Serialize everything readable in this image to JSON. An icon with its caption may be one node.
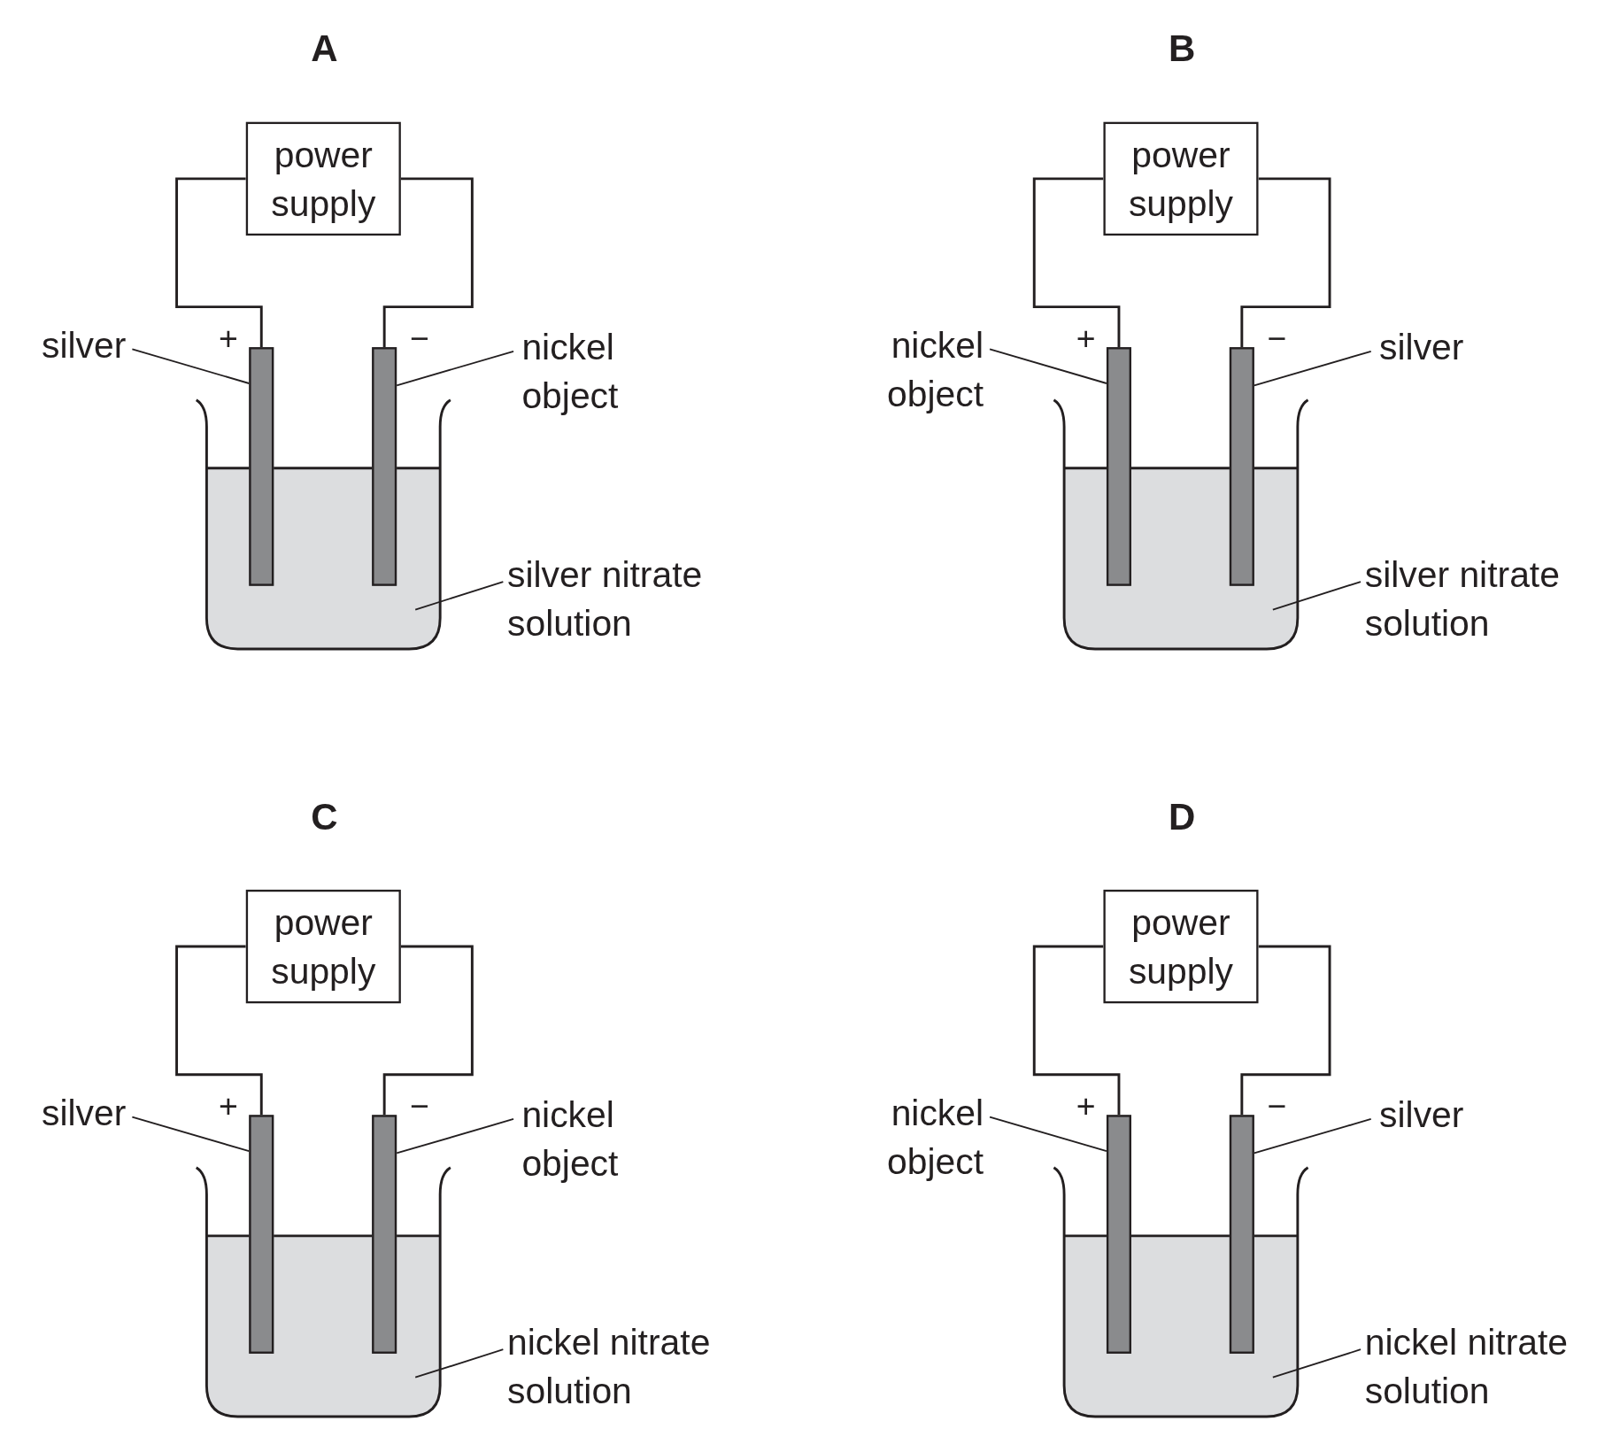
{
  "diagram": {
    "nodes": [
      {
        "text": [
          "power supply"
        ]
      },
      {
        "text": [],
        "shape": "bar"
      },
      {
        "text": [],
        "shape": "bar"
      },
      {
        "text": [],
        "shape": "beaker"
      },
      {
        "text": [
          "silver"
        ]
      },
      {
        "text": [
          "nickel object"
        ]
      },
      {
        "text": [
          "silver nitrate solution"
        ]
      },
      {
        "text": [
          "power supply"
        ]
      },
      {
        "text": [],
        "shape": "bar"
      },
      {
        "text": [],
        "shape": "bar"
      },
      {
        "text": [],
        "shape": "beaker"
      },
      {
        "text": [
          "nickel object"
        ]
      },
      {
        "text": [
          "silver"
        ]
      },
      {
        "text": [
          "silver nitrate solution"
        ]
      },
      {
        "text": [
          "power supply"
        ]
      },
      {
        "text": [],
        "shape": "bar"
      },
      {
        "text": [],
        "shape": "bar"
      },
      {
        "text": [],
        "shape": "beaker"
      },
      {
        "text": [
          "silver"
        ]
      },
      {
        "text": [
          "nickel object"
        ]
      },
      {
        "text": [
          "nickel nitrate solution"
        ]
      },
      {
        "text": [
          "power supply"
        ]
      },
      {
        "text": [],
        "shape": "bar"
      },
      {
        "text": [],
        "shape": "bar"
      },
      {
        "text": [],
        "shape": "beaker"
      },
      {
        "text": [
          "nickel object"
        ]
      },
      {
        "text": [
          "silver"
        ]
      },
      {
        "text": [
          "nickel nitrate solution"
        ]
      }
    ],
    "edges": [
      {
        "from": 0,
        "to": 1,
        "arrow": "none"
      },
      {
        "from": 0,
        "to": 2,
        "arrow": "none"
      },
      {
        "from": 4,
        "to": 1,
        "arrow": "none"
      },
      {
        "from": 5,
        "to": 2,
        "arrow": "none"
      },
      {
        "from": 6,
        "to": 3,
        "arrow": "none"
      },
      {
        "from": 7,
        "to": 8,
        "arrow": "none"
      },
      {
        "from": 7,
        "to": 9,
        "arrow": "none"
      },
      {
        "from": 11,
        "to": 8,
        "arrow": "none"
      },
      {
        "from": 12,
        "to": 9,
        "arrow": "none"
      },
      {
        "from": 13,
        "to": 10,
        "arrow": "none"
      },
      {
        "from": 14,
        "to": 15,
        "arrow": "none"
      },
      {
        "from": 14,
        "to": 16,
        "arrow": "none"
      },
      {
        "from": 18,
        "to": 15,
        "arrow": "none"
      },
      {
        "from": 19,
        "to": 16,
        "arrow": "none"
      },
      {
        "from": 20,
        "to": 17,
        "arrow": "none"
      },
      {
        "from": 21,
        "to": 22,
        "arrow": "none"
      },
      {
        "from": 21,
        "to": 23,
        "arrow": "none"
      },
      {
        "from": 25,
        "to": 22,
        "arrow": "none"
      },
      {
        "from": 26,
        "to": 23,
        "arrow": "none"
      },
      {
        "from": 27,
        "to": 24,
        "arrow": "none"
      }
    ],
    "labels": [
      "A",
      "+",
      "−",
      "B",
      "+",
      "−",
      "C",
      "+",
      "−",
      "D",
      "+",
      "−"
    ]
  }
}
